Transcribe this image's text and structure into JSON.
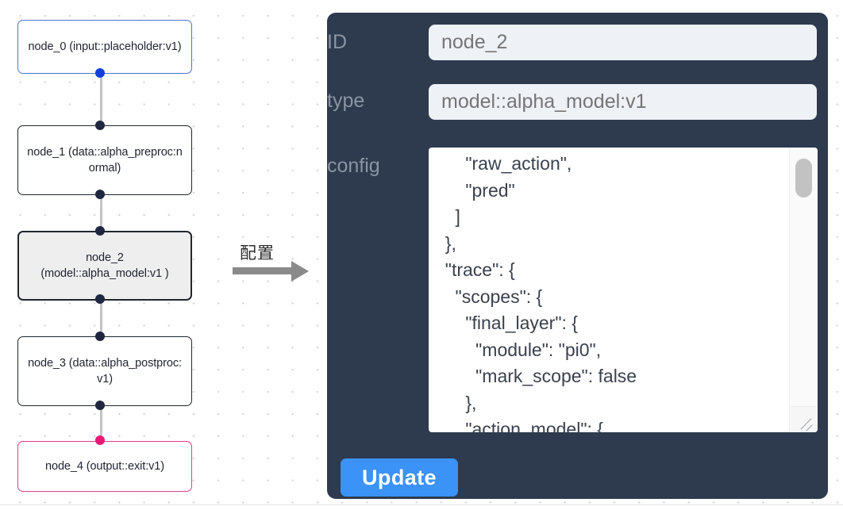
{
  "graph": {
    "nodes": [
      {
        "id": "node_0",
        "label": "node_0\n(input::placeholder:v1)",
        "style": "input"
      },
      {
        "id": "node_1",
        "label": "node_1\n(data::alpha_preproc:n\normal)",
        "style": "default"
      },
      {
        "id": "node_2",
        "label": "node_2\n(model::alpha_model:v1\n)",
        "style": "selected"
      },
      {
        "id": "node_3",
        "label": "node_3\n(data::alpha_postproc:\nv1)",
        "style": "default"
      },
      {
        "id": "node_4",
        "label": "node_4\n(output::exit:v1)",
        "style": "output"
      }
    ],
    "colors": {
      "input_border": "#4a74c9",
      "default_border": "#21262f",
      "output_border": "#e23b8e",
      "selected_fill": "#eeeeee",
      "edge": "#c4c4c4",
      "port": "#1f2740",
      "port_blue": "#1340d8",
      "port_pink": "#ea1a78"
    }
  },
  "annotation": {
    "label": "配置",
    "arrow_color": "#8a8a8a"
  },
  "panel": {
    "background": "#2e3a4e",
    "fields": {
      "id": {
        "label": "ID",
        "value": "node_2",
        "placeholder": "node_2"
      },
      "type": {
        "label": "type",
        "value": "model::alpha_model:v1",
        "placeholder": "model::alpha_model:v1"
      },
      "config": {
        "label": "config",
        "value": "      \"raw_action\",\n      \"pred\"\n    ]\n  },\n  \"trace\": {\n    \"scopes\": {\n      \"final_layer\": {\n        \"module\": \"pi0\",\n        \"mark_scope\": false\n      },\n      \"action_model\": {"
      }
    },
    "update_button": {
      "label": "Update",
      "color": "#3b92f7"
    }
  }
}
